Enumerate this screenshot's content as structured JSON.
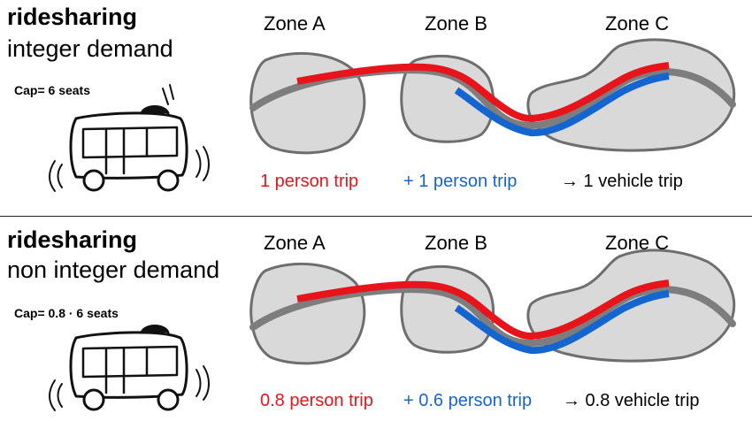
{
  "colors": {
    "red_route": "#e8141b",
    "blue_route": "#1565d0",
    "gray_route": "#7d7d7d",
    "zone_fill": "#d9d9d9",
    "zone_stroke": "#6e6e6e"
  },
  "icons": [
    "bus-sketch-icon"
  ],
  "panels": [
    {
      "title": "ridesharing",
      "subtitle": "integer demand",
      "cap": "Cap= 6 seats",
      "zones": [
        "Zone A",
        "Zone B",
        "Zone C"
      ],
      "legend": {
        "red": "1 person trip",
        "blue": "+ 1 person trip",
        "black": "→ 1 vehicle trip"
      }
    },
    {
      "title": "ridesharing",
      "subtitle": "non integer demand",
      "cap": "Cap= 0.8 · 6 seats",
      "zones": [
        "Zone A",
        "Zone B",
        "Zone C"
      ],
      "legend": {
        "red": "0.8 person trip",
        "blue": "+ 0.6 person trip",
        "black": "→ 0.8 vehicle trip"
      }
    }
  ]
}
